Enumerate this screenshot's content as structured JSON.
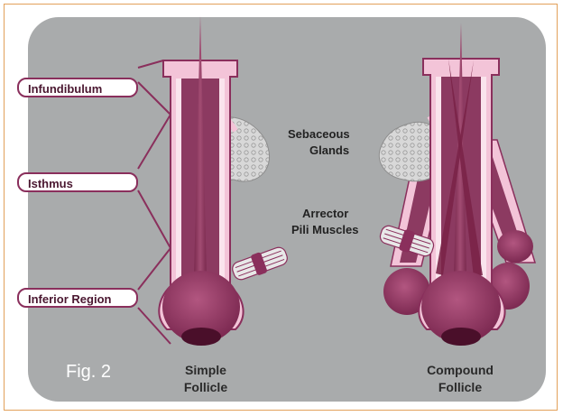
{
  "labels": {
    "infundibulum": "Infundibulum",
    "isthmus": "Isthmus",
    "inferior_region": "Inferior Region"
  },
  "annotations": {
    "sebaceous_line1": "Sebaceous",
    "sebaceous_line2": "Glands",
    "arrector_line1": "Arrector",
    "arrector_line2": "Pili Muscles"
  },
  "captions": {
    "simple_line1": "Simple",
    "simple_line2": "Follicle",
    "compound_line1": "Compound",
    "compound_line2": "Follicle"
  },
  "figure_label": "Fig. 2",
  "colors": {
    "panel": "#a9abac",
    "follicle_wall": "#f3c4d8",
    "follicle_dark": "#8a2f5c",
    "hair": "#7a2448",
    "gland": "#d9d9d9"
  }
}
